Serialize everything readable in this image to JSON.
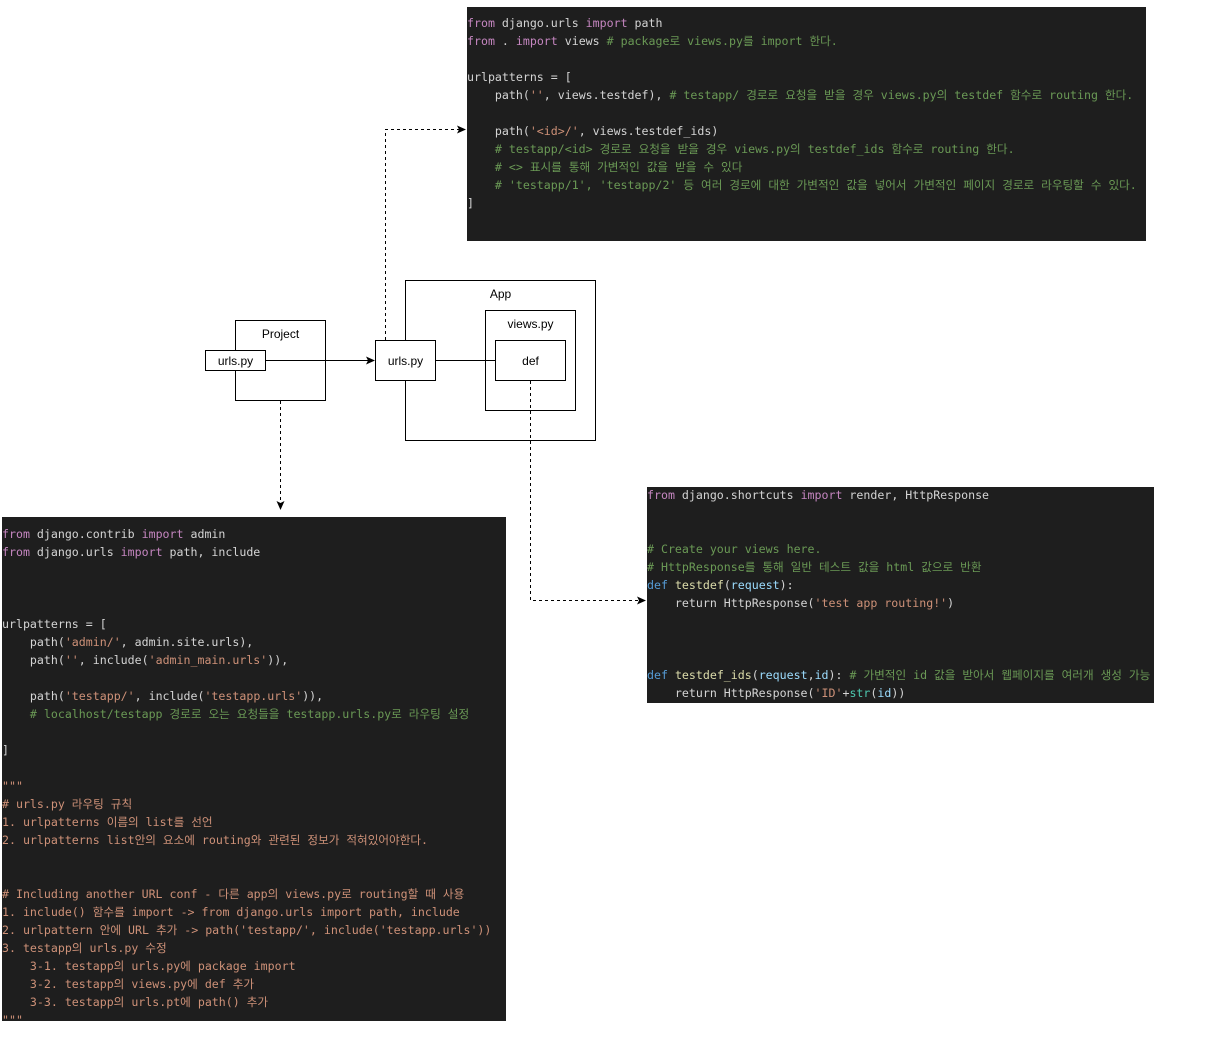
{
  "colors": {
    "code_background": "#1e1e1e",
    "keyword": "#c586c0",
    "def_keyword": "#569cd6",
    "function": "#dcdcaa",
    "string": "#ce9178",
    "comment": "#6a9955",
    "docstring": "#ce9178",
    "variable": "#9cdcfe",
    "builtin": "#4ec9b0",
    "plain": "#d4d4d4",
    "line": "#000000"
  },
  "diagram": {
    "project": {
      "label": "Project",
      "urls_label": "urls.py"
    },
    "app": {
      "label": "App",
      "urls_label": "urls.py",
      "views": {
        "label": "views.py",
        "def_label": "def"
      }
    }
  },
  "code_blocks": {
    "app_urls": {
      "lines": [
        [
          [
            "kw",
            "from"
          ],
          [
            "plain",
            " django.urls "
          ],
          [
            "kw",
            "import"
          ],
          [
            "plain",
            " path"
          ]
        ],
        [
          [
            "kw",
            "from"
          ],
          [
            "plain",
            " . "
          ],
          [
            "kw",
            "import"
          ],
          [
            "plain",
            " views "
          ],
          [
            "cmt",
            "# package로 views.py를 import 한다."
          ]
        ],
        [],
        [
          [
            "plain",
            "urlpatterns = ["
          ]
        ],
        [
          [
            "plain",
            "    path("
          ],
          [
            "str",
            "''"
          ],
          [
            "plain",
            ", views.testdef), "
          ],
          [
            "cmt",
            "# testapp/ 경로로 요청을 받을 경우 views.py의 testdef 함수로 routing 한다."
          ]
        ],
        [],
        [
          [
            "plain",
            "    path("
          ],
          [
            "str",
            "'<id>/'"
          ],
          [
            "plain",
            ", views.testdef_ids)"
          ]
        ],
        [
          [
            "cmt",
            "    # testapp/<id> 경로로 요청을 받을 경우 views.py의 testdef_ids 함수로 routing 한다."
          ]
        ],
        [
          [
            "cmt",
            "    # <> 표시를 통해 가변적인 값을 받을 수 있다"
          ]
        ],
        [
          [
            "cmt",
            "    # 'testapp/1', 'testapp/2' 등 여러 경로에 대한 가변적인 값을 넣어서 가변적인 페이지 경로로 라우팅할 수 있다."
          ]
        ],
        [
          [
            "plain",
            "]"
          ]
        ]
      ]
    },
    "project_urls": {
      "lines": [
        [
          [
            "kw",
            "from"
          ],
          [
            "plain",
            " django.contrib "
          ],
          [
            "kw",
            "import"
          ],
          [
            "plain",
            " admin"
          ]
        ],
        [
          [
            "kw",
            "from"
          ],
          [
            "plain",
            " django.urls "
          ],
          [
            "kw",
            "import"
          ],
          [
            "plain",
            " path, include"
          ]
        ],
        [],
        [],
        [],
        [
          [
            "plain",
            "urlpatterns = ["
          ]
        ],
        [
          [
            "plain",
            "    path("
          ],
          [
            "str",
            "'admin/'"
          ],
          [
            "plain",
            ", admin.site.urls),"
          ]
        ],
        [
          [
            "plain",
            "    path("
          ],
          [
            "str",
            "''"
          ],
          [
            "plain",
            ", include("
          ],
          [
            "str",
            "'admin_main.urls'"
          ],
          [
            "plain",
            ")),"
          ]
        ],
        [],
        [
          [
            "plain",
            "    path("
          ],
          [
            "str",
            "'testapp/'"
          ],
          [
            "plain",
            ", include("
          ],
          [
            "str",
            "'testapp.urls'"
          ],
          [
            "plain",
            ")),"
          ]
        ],
        [
          [
            "cmt",
            "    # localhost/testapp 경로로 오는 요청들을 testapp.urls.py로 라우팅 설정"
          ]
        ],
        [],
        [
          [
            "plain",
            "]"
          ]
        ],
        [],
        [
          [
            "doc",
            "\"\"\""
          ]
        ],
        [
          [
            "doc",
            "# urls.py 라우팅 규칙"
          ]
        ],
        [
          [
            "doc",
            "1. urlpatterns 이름의 list를 선언"
          ]
        ],
        [
          [
            "doc",
            "2. urlpatterns list안의 요소에 routing와 관련된 정보가 적혀있어야한다."
          ]
        ],
        [],
        [],
        [
          [
            "doc",
            "# Including another URL conf - 다른 app의 views.py로 routing할 때 사용"
          ]
        ],
        [
          [
            "doc",
            "1. include() 함수를 import -> from django.urls import path, include"
          ]
        ],
        [
          [
            "doc",
            "2. urlpattern 안에 URL 추가 -> path('testapp/', include('testapp.urls'))"
          ]
        ],
        [
          [
            "doc",
            "3. testapp의 urls.py 수정"
          ]
        ],
        [
          [
            "doc",
            "    3-1. testapp의 urls.py에 package import"
          ]
        ],
        [
          [
            "doc",
            "    3-2. testapp의 views.py에 def 추가"
          ]
        ],
        [
          [
            "doc",
            "    3-3. testapp의 urls.pt에 path() 추가"
          ]
        ],
        [
          [
            "doc",
            "\"\"\""
          ]
        ]
      ]
    },
    "views": {
      "lines": [
        [
          [
            "kw",
            "from"
          ],
          [
            "plain",
            " django.shortcuts "
          ],
          [
            "kw",
            "import"
          ],
          [
            "plain",
            " render, HttpResponse"
          ]
        ],
        [],
        [],
        [
          [
            "cmt",
            "# Create your views here."
          ]
        ],
        [
          [
            "cmt",
            "# HttpResponse를 통해 일반 테스트 값을 html 값으로 반환"
          ]
        ],
        [
          [
            "def",
            "def"
          ],
          [
            "plain",
            " "
          ],
          [
            "fn",
            "testdef"
          ],
          [
            "plain",
            "("
          ],
          [
            "var",
            "request"
          ],
          [
            "plain",
            "):"
          ]
        ],
        [
          [
            "plain",
            "    return HttpResponse("
          ],
          [
            "str",
            "'test app routing!'"
          ],
          [
            "plain",
            ")"
          ]
        ],
        [],
        [],
        [],
        [
          [
            "def",
            "def"
          ],
          [
            "plain",
            " "
          ],
          [
            "fn",
            "testdef_ids"
          ],
          [
            "plain",
            "("
          ],
          [
            "var",
            "request"
          ],
          [
            "plain",
            ","
          ],
          [
            "var",
            "id"
          ],
          [
            "plain",
            "): "
          ],
          [
            "cmt",
            "# 가변적인 id 값을 받아서 웹페이지를 여러개 생성 가능"
          ]
        ],
        [
          [
            "plain",
            "    return HttpResponse("
          ],
          [
            "str",
            "'ID'"
          ],
          [
            "plain",
            "+"
          ],
          [
            "bi",
            "str"
          ],
          [
            "plain",
            "("
          ],
          [
            "var",
            "id"
          ],
          [
            "plain",
            "))"
          ]
        ]
      ]
    }
  }
}
